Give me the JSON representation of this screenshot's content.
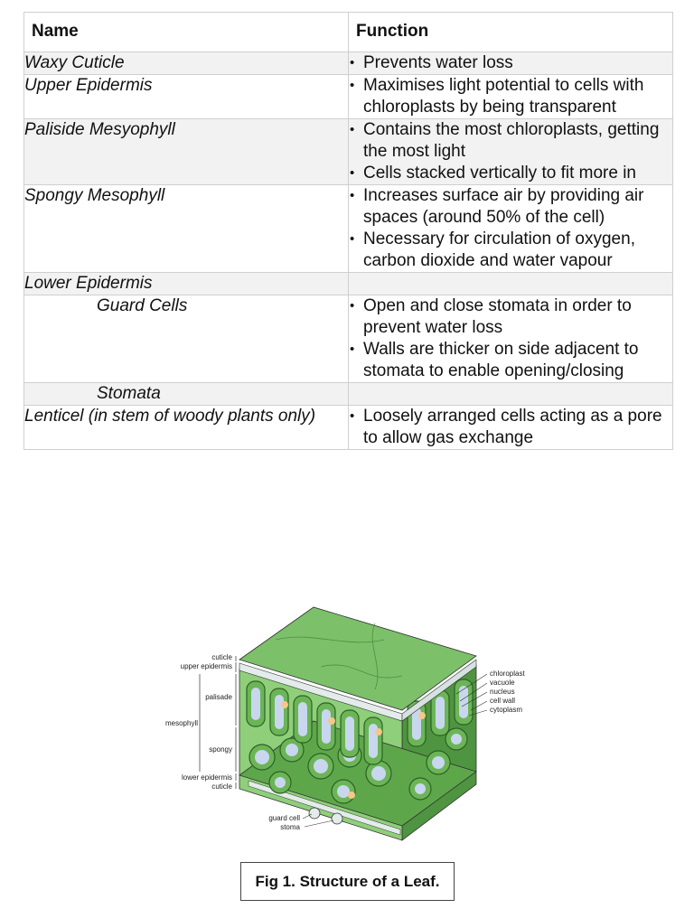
{
  "table": {
    "headers": {
      "name": "Name",
      "function": "Function"
    },
    "rows": [
      {
        "name": "Waxy Cuticle",
        "indent": false,
        "shade": true,
        "functions": [
          "Prevents water loss"
        ]
      },
      {
        "name": "Upper Epidermis",
        "indent": false,
        "shade": false,
        "functions": [
          "Maximises light potential to cells with chloroplasts by being transparent"
        ]
      },
      {
        "name": "Paliside Mesyophyll",
        "indent": false,
        "shade": true,
        "functions": [
          "Contains the most chloroplasts, getting the most light",
          "Cells stacked vertically to fit more in"
        ]
      },
      {
        "name": "Spongy Mesophyll",
        "indent": false,
        "shade": false,
        "functions": [
          "Increases surface air by providing air spaces (around 50% of the cell)",
          "Necessary for circulation of oxygen, carbon dioxide and water vapour"
        ]
      },
      {
        "name": "Lower Epidermis",
        "indent": false,
        "shade": true,
        "functions": []
      },
      {
        "name": "Guard Cells",
        "indent": true,
        "shade": false,
        "functions": [
          "Open and close stomata in order to prevent water loss",
          "Walls are thicker on side adjacent to stomata to enable opening/closing"
        ]
      },
      {
        "name": "Stomata",
        "indent": true,
        "shade": true,
        "functions": []
      },
      {
        "name": "Lenticel (in stem of woody plants only)",
        "indent": false,
        "shade": false,
        "functions": [
          "Loosely arranged cells acting as a pore to allow gas exchange"
        ]
      }
    ]
  },
  "figure": {
    "labels": {
      "cuticle_top": "cuticle",
      "upper_epidermis": "upper epidermis",
      "palisade": "palisade",
      "mesophyll": "mesophyll",
      "spongy": "spongy",
      "lower_epidermis": "lower epidermis",
      "cuticle_bottom": "cuticle",
      "guard_cell": "guard cell",
      "stoma": "stoma",
      "chloroplast": "chloroplast",
      "vacuole": "vacuole",
      "nucleus": "nucleus",
      "cell_wall": "cell wall",
      "cytoplasm": "cytoplasm"
    },
    "colors": {
      "leaf_green": "#7cc06a",
      "cell_green": "#5aa646",
      "dark_green": "#3f7f31",
      "vacuole": "#c9d7ee",
      "nucleus": "#f3c98b",
      "cuticle": "#e3ecea"
    },
    "caption": "Fig 1. Structure of a Leaf."
  }
}
